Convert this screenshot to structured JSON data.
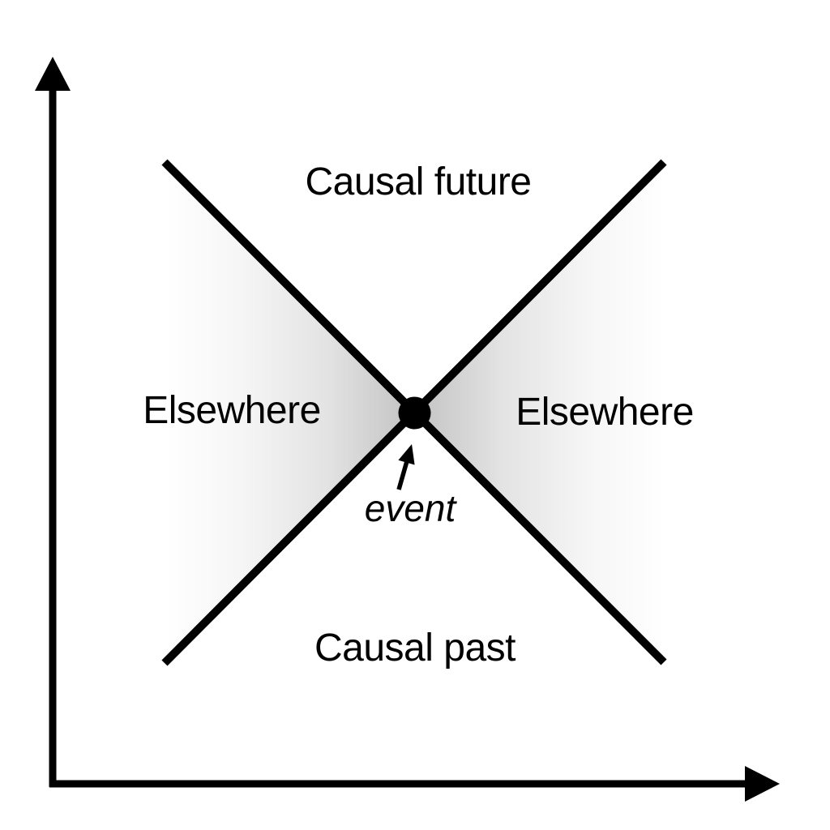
{
  "diagram": {
    "region_labels": {
      "causal_future": "Causal future",
      "causal_past": "Causal past",
      "elsewhere_left": "Elsewhere",
      "elsewhere_right": "Elsewhere"
    },
    "event": {
      "label": "event"
    },
    "colors": {
      "stroke": "#000000",
      "background": "#ffffff",
      "shade_inner": "#c2c2c2",
      "shade_mid": "#e3e3e3",
      "shade_outer": "#ffffff"
    }
  }
}
